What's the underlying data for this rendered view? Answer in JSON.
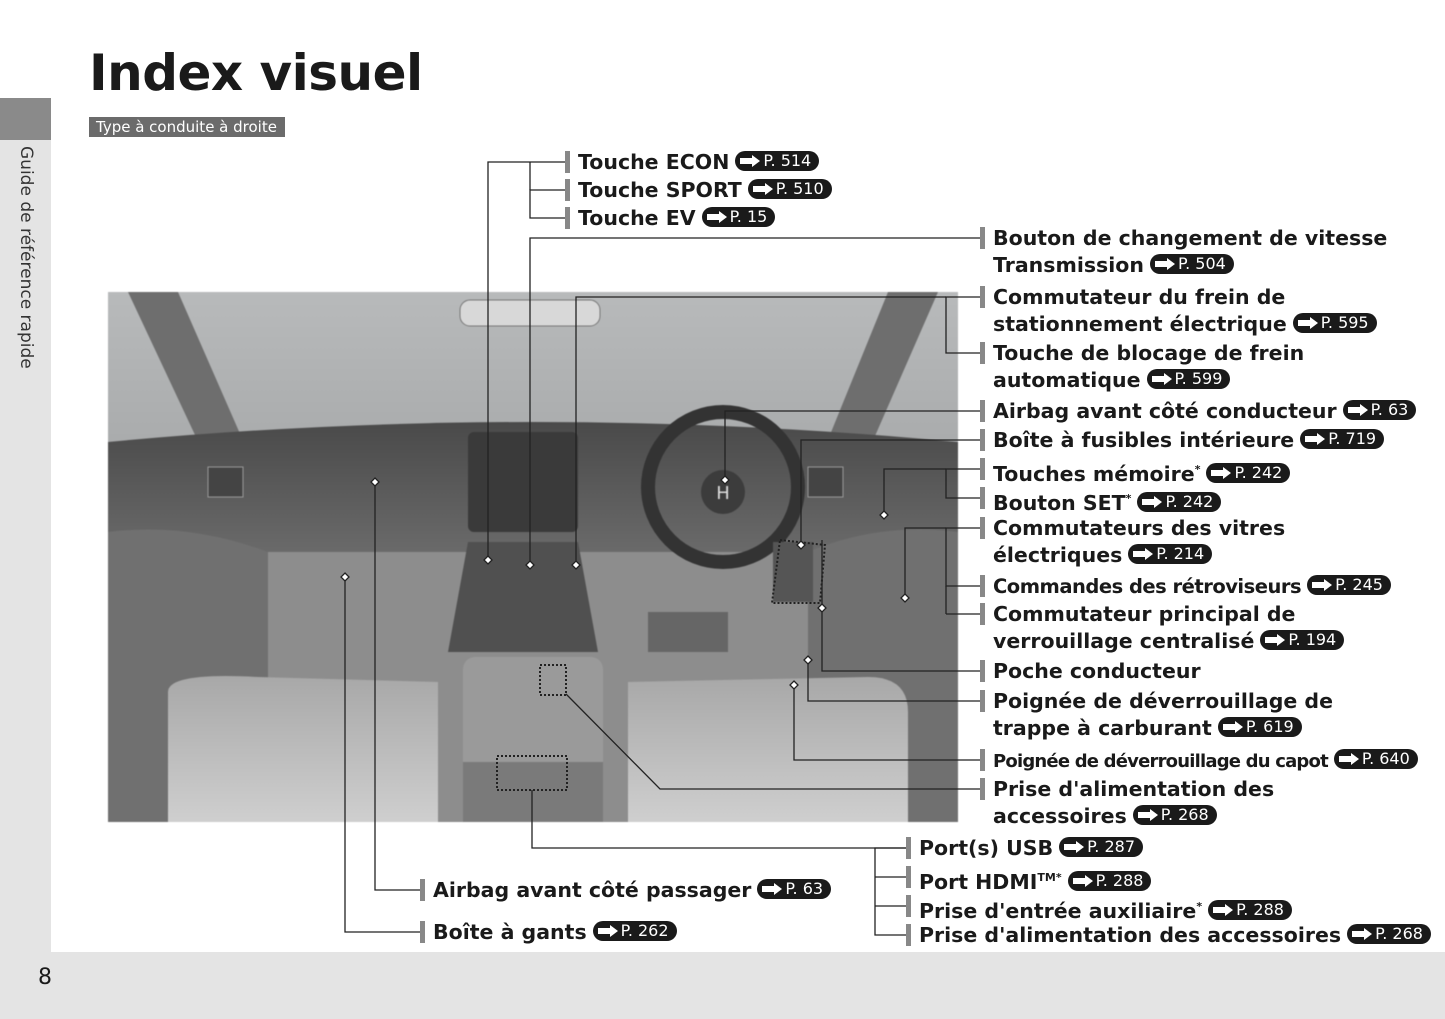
{
  "title": "Index visuel",
  "subtitle": "Type à conduite à droite",
  "side_tab": "Guide de référence rapide",
  "page_number": "8",
  "labels": {
    "econ": {
      "text": "Touche ECON",
      "ref": "P. 514"
    },
    "sport": {
      "text": "Touche SPORT",
      "ref": "P. 510"
    },
    "ev": {
      "text": "Touche EV",
      "ref": "P. 15"
    },
    "shift": {
      "line1": "Bouton de changement de vitesse",
      "line2": "Transmission",
      "ref": "P. 504"
    },
    "epb": {
      "line1": "Commutateur du frein de",
      "line2": "stationnement électrique",
      "ref": "P. 595"
    },
    "brakehold": {
      "line1": "Touche de blocage de frein",
      "line2": "automatique",
      "ref": "P. 599"
    },
    "airbag_driver": {
      "text": "Airbag avant côté conducteur",
      "ref": "P. 63"
    },
    "fusebox": {
      "text": "Boîte à fusibles intérieure",
      "ref": "P. 719"
    },
    "memory": {
      "text": "Touches mémoire",
      "star": "*",
      "ref": "P. 242"
    },
    "set": {
      "text": "Bouton SET",
      "star": "*",
      "ref": "P. 242"
    },
    "windows": {
      "line1": "Commutateurs des vitres",
      "line2": "électriques",
      "ref": "P. 214"
    },
    "mirrors": {
      "text": "Commandes des rétroviseurs",
      "ref": "P. 245"
    },
    "lock": {
      "line1": "Commutateur principal de",
      "line2": "verrouillage centralisé",
      "ref": "P. 194"
    },
    "pocket": {
      "text": "Poche conducteur"
    },
    "fuel": {
      "line1": "Poignée de déverrouillage de",
      "line2": "trappe à carburant",
      "ref": "P. 619"
    },
    "hood": {
      "text": "Poignée de déverrouillage du capot",
      "ref": "P. 640"
    },
    "power1": {
      "line1": "Prise d'alimentation des",
      "line2": "accessoires",
      "ref": "P. 268"
    },
    "usb": {
      "text": "Port(s) USB",
      "ref": "P. 287"
    },
    "hdmi": {
      "text": "Port HDMI",
      "tm": "TM",
      "star": "*",
      "ref": "P. 288"
    },
    "aux": {
      "text": "Prise d'entrée auxiliaire",
      "star": "*",
      "ref": "P. 288"
    },
    "power2": {
      "text": "Prise d'alimentation des accessoires",
      "ref": "P. 268"
    },
    "airbag_pass": {
      "text": "Airbag avant côté passager",
      "ref": "P. 63"
    },
    "glovebox": {
      "text": "Boîte à gants",
      "ref": "P. 262"
    }
  }
}
